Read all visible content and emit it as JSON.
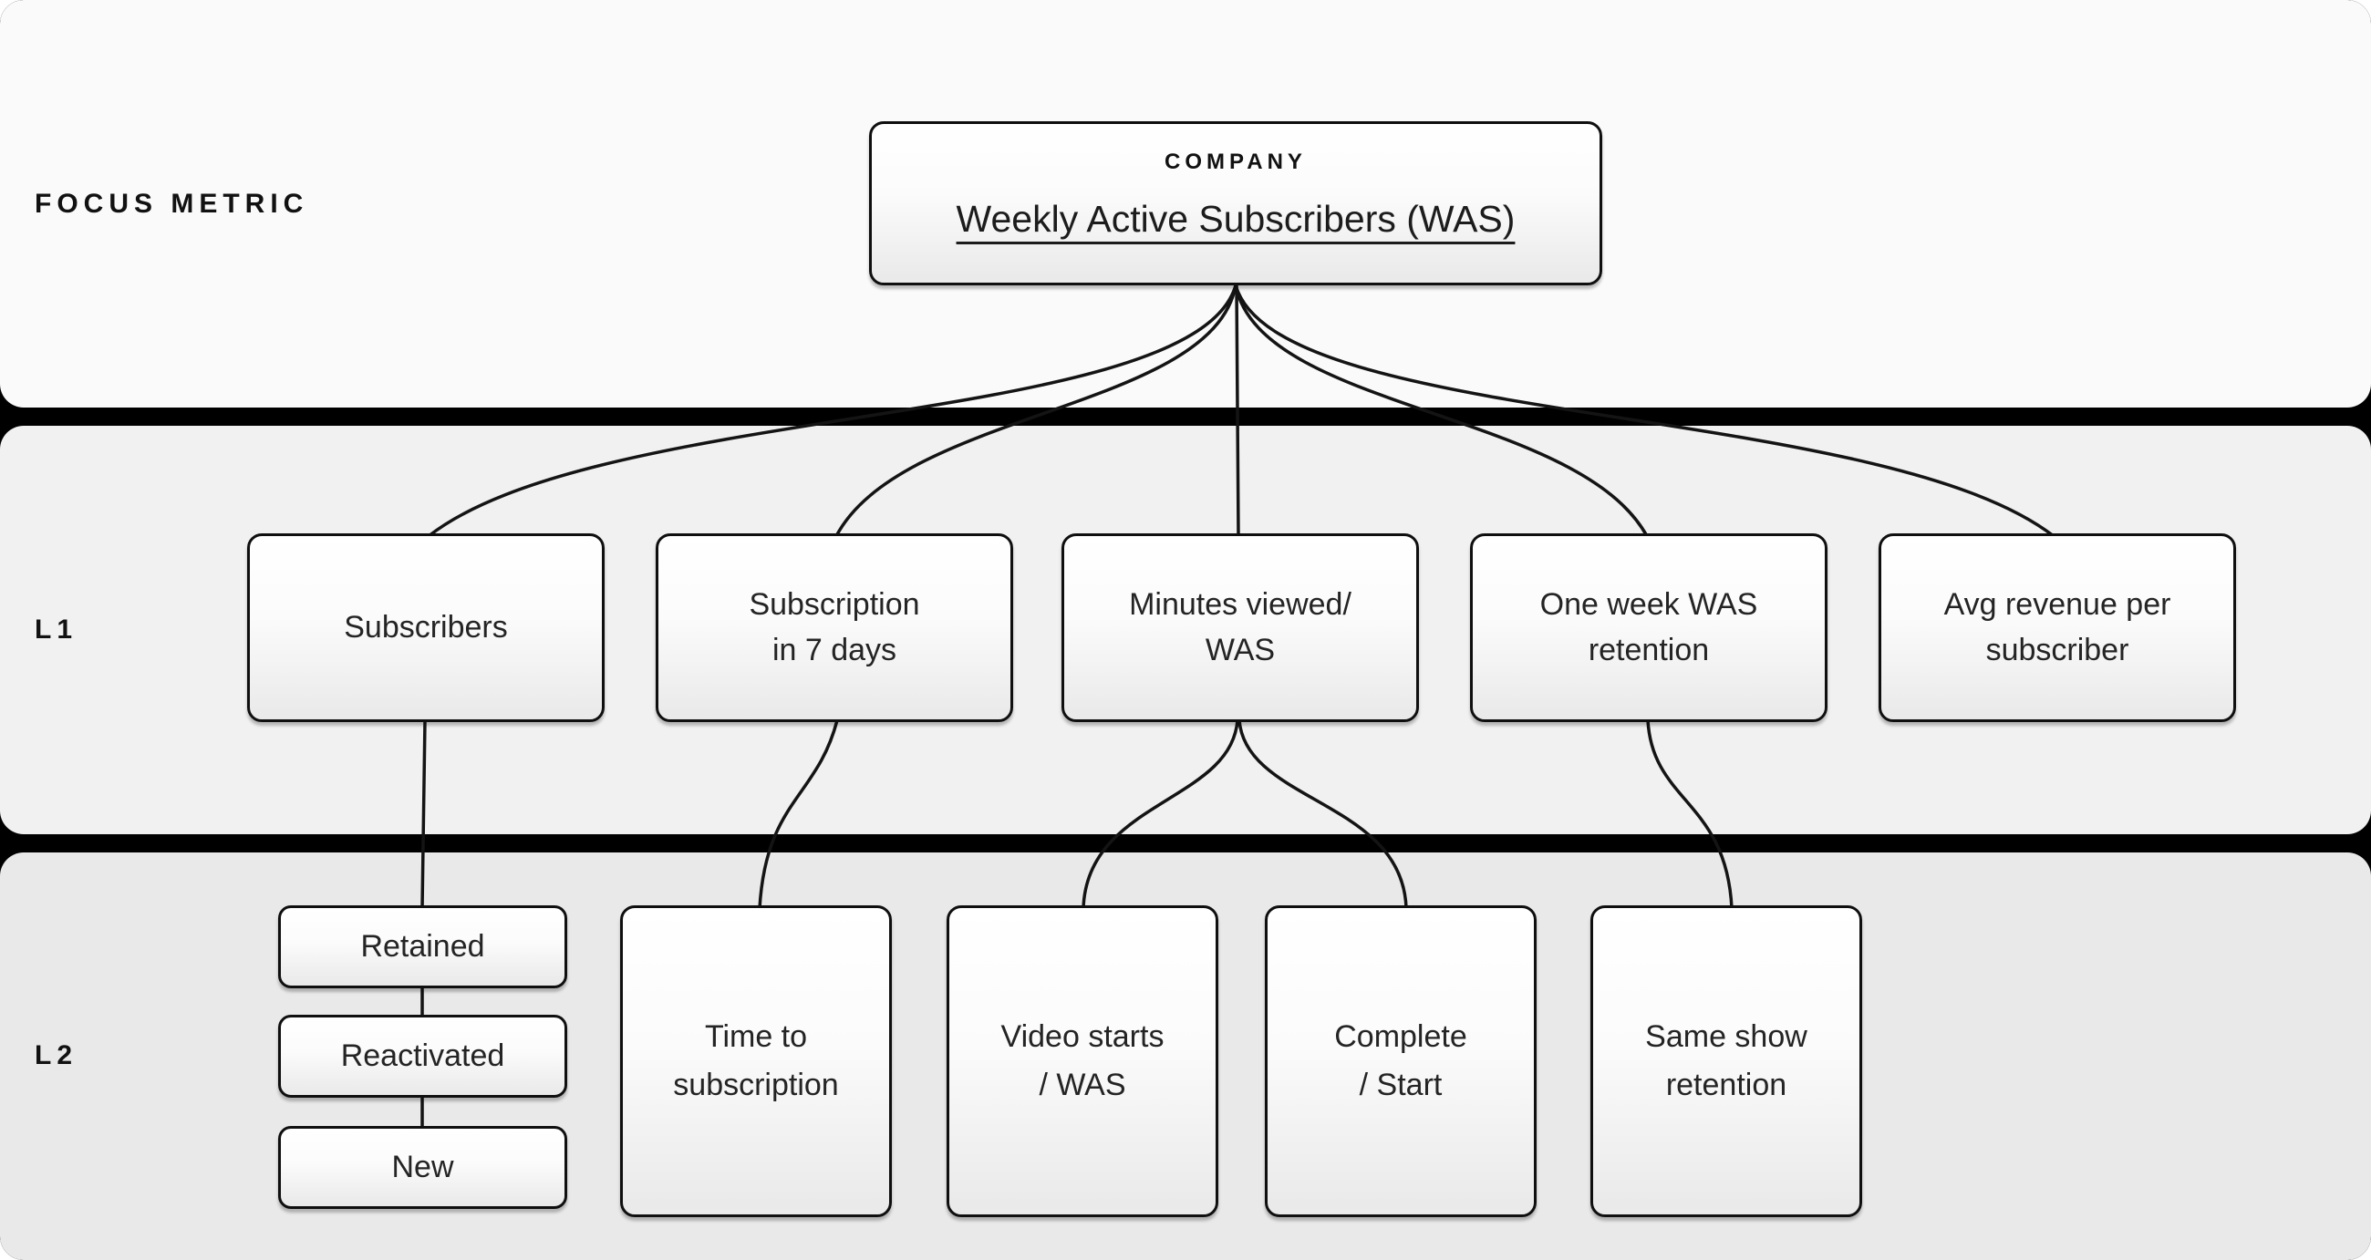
{
  "sections": {
    "focus_label": "FOCUS METRIC",
    "l1_label": "L1",
    "l2_label": "L2"
  },
  "root": {
    "eyebrow": "COMPANY",
    "title": "Weekly Active Subscribers (WAS)"
  },
  "l1_nodes": [
    {
      "label": "Subscribers"
    },
    {
      "label": "Subscription\nin 7 days"
    },
    {
      "label": "Minutes viewed/\nWAS"
    },
    {
      "label": "One week WAS\nretention"
    },
    {
      "label": "Avg revenue per\nsubscriber"
    }
  ],
  "l2_subscriber_nodes": [
    {
      "label": "Retained"
    },
    {
      "label": "Reactivated"
    },
    {
      "label": "New"
    }
  ],
  "l2_nodes": [
    {
      "label": "Time to\nsubscription"
    },
    {
      "label": "Video starts\n/ WAS"
    },
    {
      "label": "Complete\n/ Start"
    },
    {
      "label": "Same show\nretention"
    }
  ],
  "colors": {
    "divider": "#000000",
    "panel_focus": "#fafafa",
    "panel_l1": "#f1f1f1",
    "panel_l2": "#e9e9e9",
    "node_border": "#0f0f0f",
    "edge": "#141414",
    "text": "#242424"
  }
}
